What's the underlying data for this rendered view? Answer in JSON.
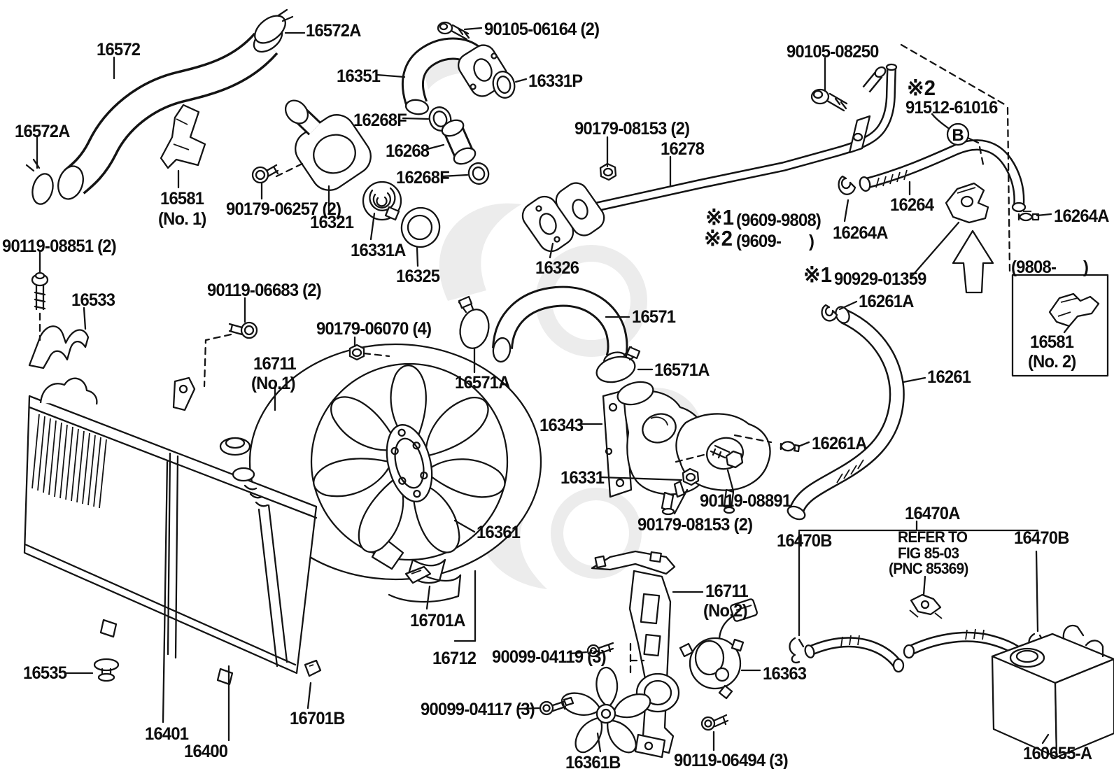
{
  "colors": {
    "line": "#141414",
    "background": "#ffffff",
    "watermark": "#ececec"
  },
  "connector": {
    "b": "B"
  },
  "labels": {
    "l90105_06164": "90105-06164 (2)",
    "l16572a_top": "16572A",
    "l16572": "16572",
    "l16351": "16351",
    "l16331p": "16331P",
    "l90105_08250": "90105-08250",
    "lmark2_top": "※2",
    "l91512_61016": "91512-61016",
    "l16268f_1": "16268F",
    "l16268": "16268",
    "l16268f_2": "16268F",
    "l90179_08153_a": "90179-08153 (2)",
    "l16278": "16278",
    "l16572a_left": "16572A",
    "l16581_1": "16581",
    "l16581_1_no": "(No. 1)",
    "l90179_06257": "90179-06257 (2)",
    "l16321": "16321",
    "l16331a": "16331A",
    "l16325": "16325",
    "l16326": "16326",
    "lmark1_a": "※1",
    "lnote1": "(9609-9808)",
    "lmark2_b": "※2",
    "lnote2_open": "(9609-",
    "lnote2_close": ")",
    "l16264": "16264",
    "l16264a_l": "16264A",
    "l16264a_r": "16264A",
    "lmark1_b": "※1",
    "l90929_01359": "90929-01359",
    "lnote3_open": "(9808-",
    "lnote3_close": ")",
    "l90119_08851": "90119-08851 (2)",
    "l16533": "16533",
    "l90119_06683": "90119-06683 (2)",
    "l16261a_top": "16261A",
    "l90179_06070": "90179-06070 (4)",
    "l16711_1": "16711",
    "l16711_1_no": "(No.1)",
    "l16581_2": "16581",
    "l16581_2_no": "(No. 2)",
    "l16571": "16571",
    "l16571a_r": "16571A",
    "l16571a_l": "16571A",
    "l16343": "16343",
    "l16261": "16261",
    "l16331": "16331",
    "l16261a_bot": "16261A",
    "l90119_08891": "90119-08891",
    "l90179_08153_b": "90179-08153 (2)",
    "l16470a": "16470A",
    "l16470b_l": "16470B",
    "lrefer1": "REFER TO",
    "lrefer2": "FIG 85-03",
    "lrefer3": "(PNC 85369)",
    "l16470b_r": "16470B",
    "l16361": "16361",
    "l16701a": "16701A",
    "l16712": "16712",
    "l16711_2": "16711",
    "l16711_2_no": "(No.2)",
    "l90099_04119": "90099-04119 (3)",
    "l16535": "16535",
    "l16701b": "16701B",
    "l16401": "16401",
    "l16400": "16400",
    "l90099_04117": "90099-04117 (3)",
    "l16363": "16363",
    "l16361b": "16361B",
    "l90119_06494": "90119-06494 (3)",
    "l160655a": "160655-A"
  }
}
